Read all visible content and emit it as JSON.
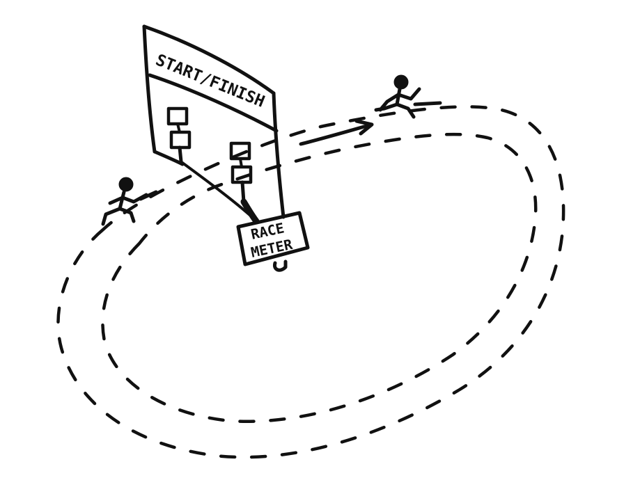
{
  "banner": {
    "label": "START/FINISH"
  },
  "meter": {
    "line1": "RACE",
    "line2": "METER"
  },
  "runners": [
    {
      "position": "left"
    },
    {
      "position": "right"
    }
  ],
  "colors": {
    "ink": "#111111",
    "paper": "#ffffff"
  }
}
